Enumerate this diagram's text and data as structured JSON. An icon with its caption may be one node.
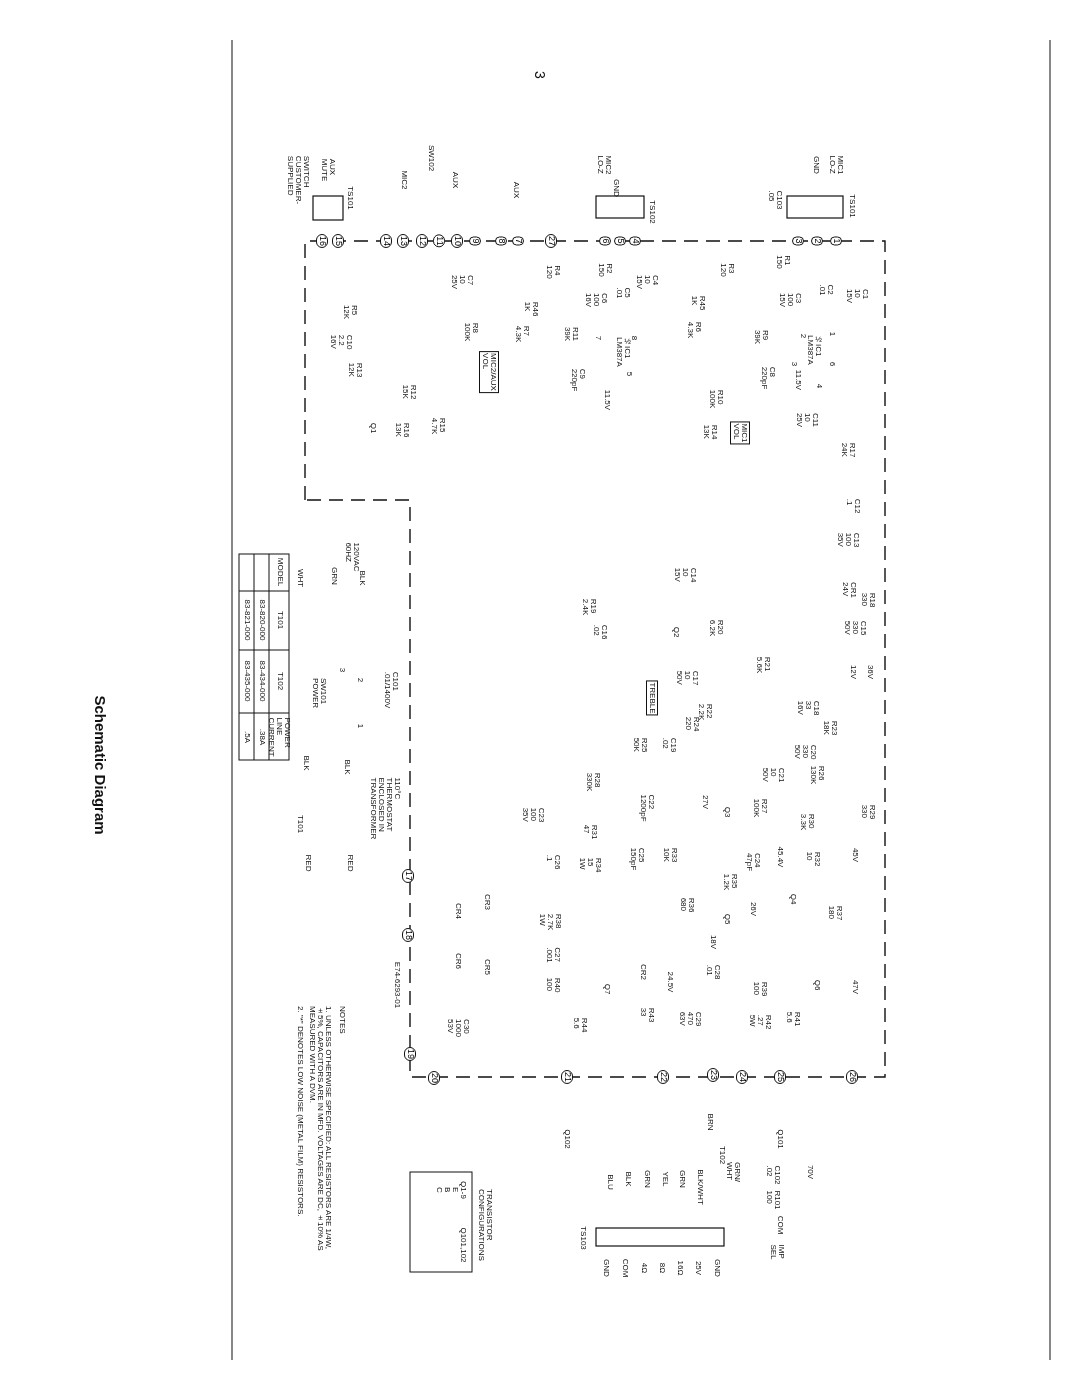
{
  "diagram": {
    "title": "Schematic Diagram",
    "labels": [
      "3",
      "TS101",
      "MIC1 LO-Z",
      "GND",
      "C103 .05",
      "1",
      "2",
      "3",
      "R1 150",
      "R3 120",
      "C1 10 15V",
      "C2 .01",
      "C3 100 15V",
      "R45 1K",
      "R6 4.3K",
      "R9 39K",
      "C8 220pF",
      "½IC1 LM387A",
      "11.5V",
      "1",
      "2",
      "3",
      "6",
      "4",
      "C11 10 25V",
      "R10 100K",
      "MIC1 VOL",
      "R14 13K",
      "R17 24K",
      "TS102",
      "MIC2 LO-Z",
      "GND",
      "6",
      "5",
      "4",
      "R2 150",
      "R4 120",
      "C4 10 15V",
      "C5 .01",
      "C6 100 16V",
      "R11 39K",
      "C9 220pF",
      "½IC1 LM387A",
      "11.5V",
      "7",
      "8",
      "5",
      "R46 1K",
      "R7 4.3K",
      "C7 10 25V",
      "R8 100K",
      "MIC2/AUX VOL",
      "R12 15K",
      "R15 4.7K",
      "R16 13K",
      "R5 12K",
      "C10 2.2 16V",
      "R13 12K",
      "Q1",
      "TS101",
      "AUX MUTE",
      "SWITCH CUSTOMER- SUPPLIED",
      "SW102",
      "MIC2",
      "AUX",
      "AUX",
      "16",
      "15",
      "14",
      "13",
      "12",
      "11",
      "10",
      "9",
      "8",
      "7",
      "27",
      "120VAC 60HZ",
      "BLK",
      "GRN",
      "WHT",
      "C101 .01/1400V",
      "2",
      "1",
      "3",
      "SW101 POWER",
      "BLK",
      "BLK",
      "110°C THERMOSTAT ENCLOSED IN TRANSFORMER",
      "T101",
      "RED",
      "RED",
      "17",
      "18",
      "19",
      "20",
      "CR3",
      "CR4",
      "CR5",
      "CR6",
      "C30 1000 53V",
      "E74-6293-01",
      "MODEL",
      "T101",
      "T102",
      "POWER LINE CURRENT",
      "83-820-000",
      "83-434-000",
      ".38A",
      "83-821-000",
      "83-435-000",
      ".5A",
      "NOTES",
      "1. UNLESS OTHERWISE SPECIFIED: ALL RESISTORS ARE 1/4W, ±5%, CAPACITORS ARE IN MFD. VOLTAGES ARE DC, ±10% AS MEASURED WITH A DVM.",
      "2. \"*\" DENOTES LOW NOISE (METAL FILM) RESISTORS.",
      "C12 .1",
      "C13 100 35V",
      "CR1 24V",
      "R18 330",
      "C15 330 50V",
      "36V",
      "12V",
      "R29 330",
      "45V",
      "R37 180",
      "47V",
      "C14 10 15V",
      "R19 2.4K",
      "C16 .02",
      "Q2",
      "R20 6.2K",
      "R21 5.6K",
      "C17 10 50V",
      "TREBLE",
      "R22 2.2K",
      "R24 220",
      "R25 50K",
      "C19 .02",
      "C18 33 16V",
      "R23 18K",
      "C20 330 50V",
      "C21 10 50V",
      "R26 130K",
      "R28 330K",
      "R27 100K",
      "Q3",
      "27V",
      "R30 3.3K",
      "R32 10",
      "C22 1200pF",
      "C23 100 35V",
      "C26 .1",
      "R31 47",
      "R34 15 1W",
      "C25 150pF",
      "R33 10K",
      "C24 47pF",
      "45.4V",
      "Q4",
      "R35 1.2K",
      "R36 680",
      "Q5",
      "26V",
      "18V",
      "R38 2.7K 1W",
      "C27 .001",
      "CR2",
      "24.5V",
      "C28 .01",
      "Q7",
      "Q6",
      "R40 100",
      "R43 33",
      "R39 100",
      "R44 5.6",
      "C29 470 63V",
      "R42 .27 5W",
      "R41 5.6",
      "21",
      "22",
      "23",
      "24",
      "25",
      "26",
      "Q102",
      "Q101",
      "BRN",
      "T102",
      "GRN/ WHT",
      "BLK/WHT",
      "GRN",
      "YEL",
      "GRN",
      "BLK",
      "BLU",
      "C102 .02",
      "R101 100",
      "70V",
      "COM",
      "IMP SEL",
      "TS103",
      "GND",
      "COM",
      "4Ω",
      "8Ω",
      "16Ω",
      "25V",
      "GND",
      "TRANSISTOR CONFIGURATIONS",
      "Q1-9",
      "E B C",
      "Q101,102"
    ]
  }
}
